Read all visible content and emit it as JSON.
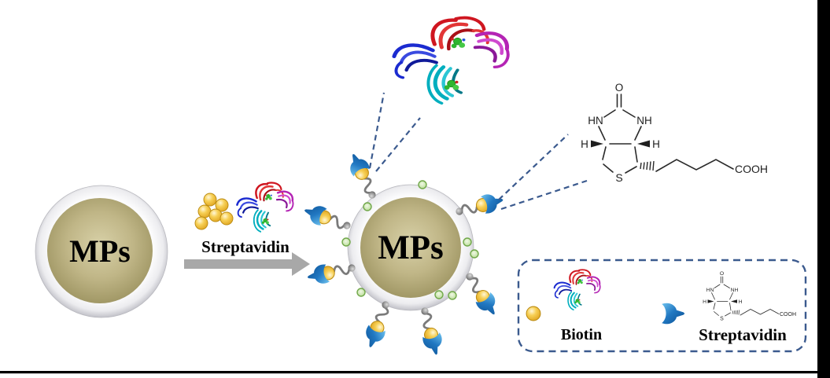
{
  "diagram": {
    "left_particle": {
      "label": "MPs"
    },
    "right_particle": {
      "label": "MPs"
    },
    "arrow": {
      "label": "Streptavidin"
    },
    "chemistry": {
      "O": "O",
      "HN": "HN",
      "NH": "NH",
      "H_left": "H",
      "H_right": "H",
      "S": "S",
      "COOH": "COOH"
    },
    "legend": {
      "biotin": "Biotin",
      "streptavidin": "Streptavidin"
    },
    "icons": {
      "biotin": "gold-sphere",
      "streptavidin_bound": "blue-crescent",
      "streptavidin_protein": "ribbon-tetramer",
      "linker": "gray-squiggle",
      "surface_group": "green-dot",
      "mp_particle": "olive-sphere"
    },
    "colors": {
      "dash_blue": "#3b5a8e",
      "biotin_gold": "#f2c23e",
      "streptavidin_blue": "#1e73be",
      "particle_olive": "#aba172",
      "linker_gray": "#7a7a7a",
      "green_dot": "#8fc46a",
      "arrow_gray": "#a8a8a8",
      "frame_black": "#000000"
    }
  }
}
